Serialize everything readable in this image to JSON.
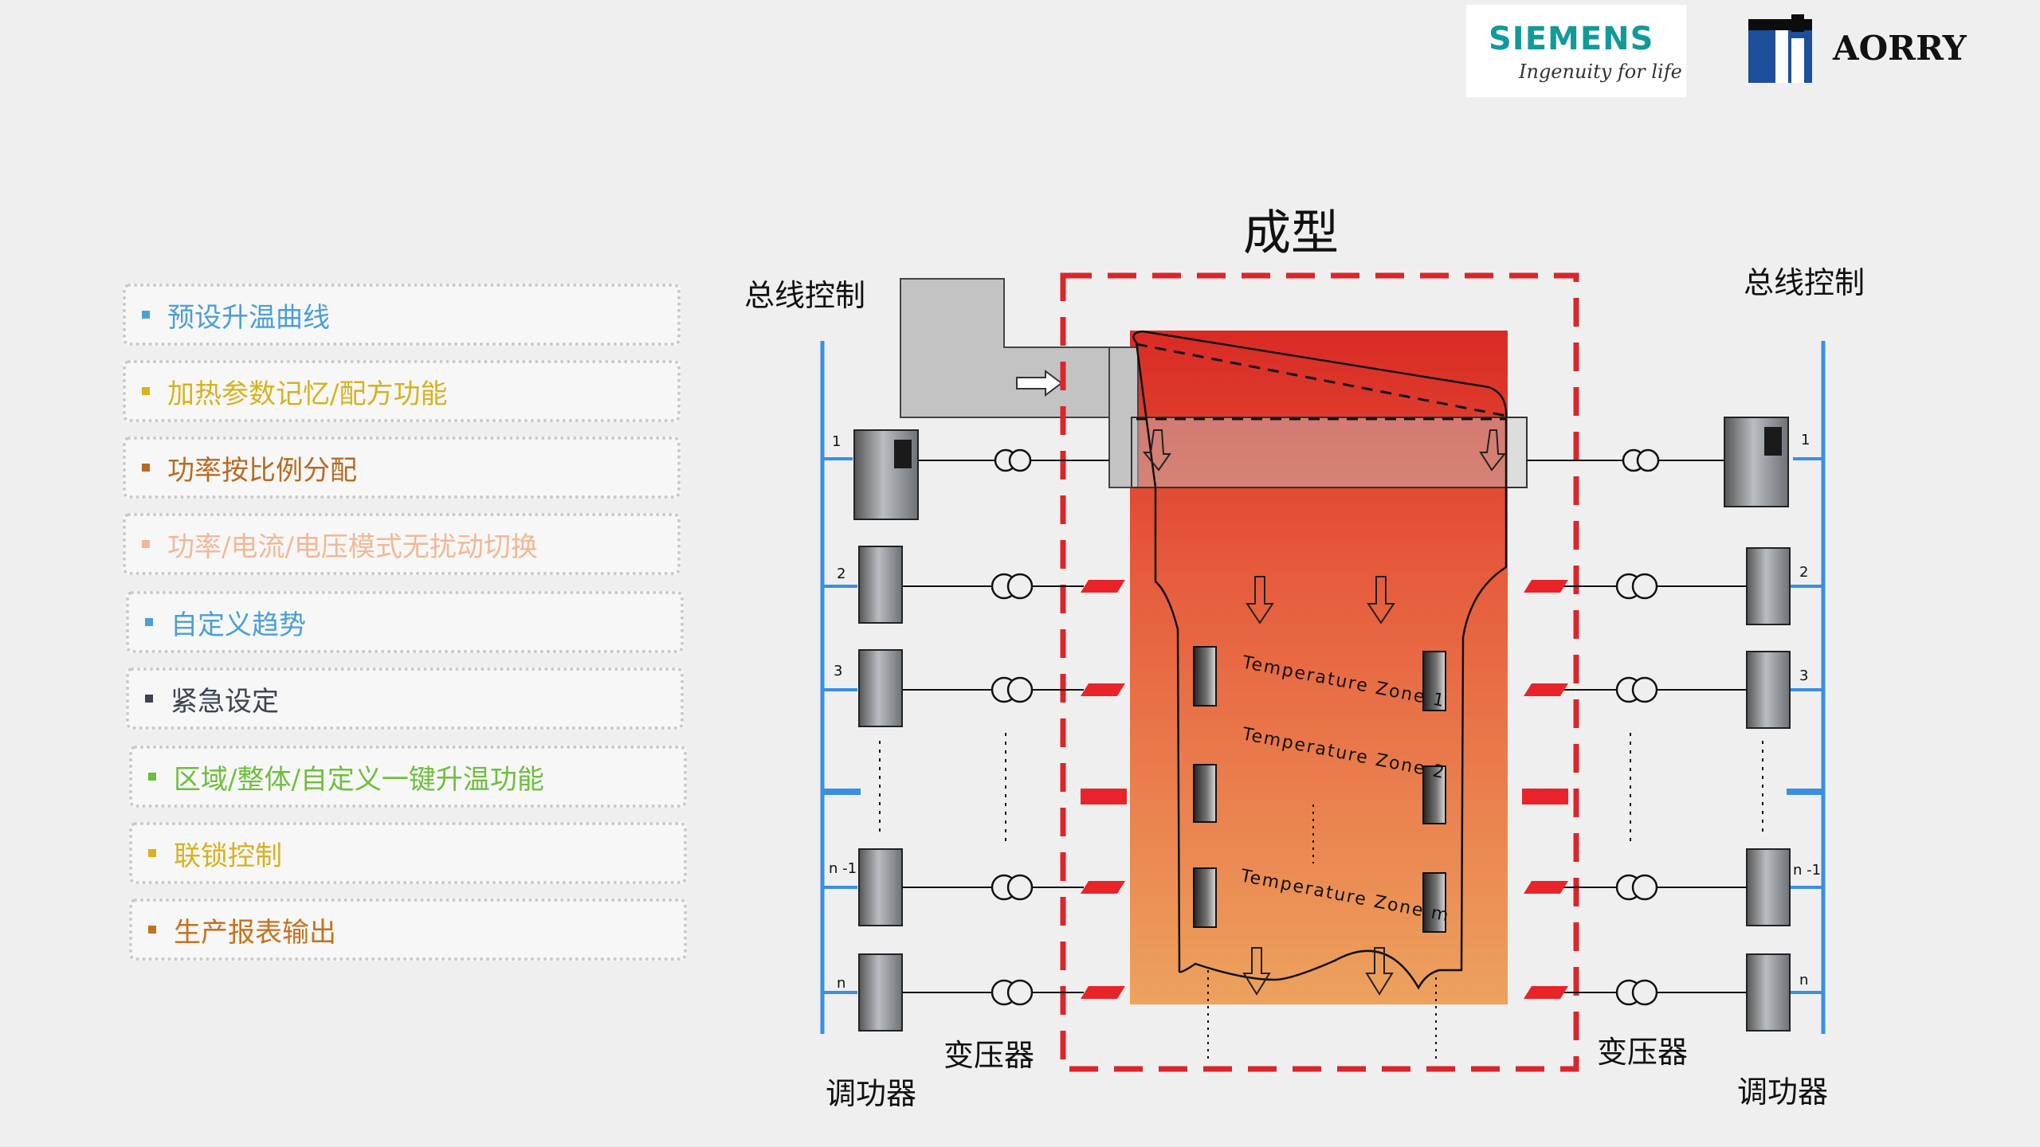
{
  "logos": {
    "siemens": {
      "brand": "SIEMENS",
      "tagline": "Ingenuity for life"
    },
    "aorry": {
      "brand": "AORRY"
    }
  },
  "features": [
    {
      "label": "预设升温曲线",
      "color": "#4a9fd6"
    },
    {
      "label": "加热参数记忆/配方功能",
      "color": "#d6b21e"
    },
    {
      "label": "功率按比例分配",
      "color": "#b86a22"
    },
    {
      "label": "功率/电流/电压模式无扰动切换",
      "color": "#f1b896"
    },
    {
      "label": "自定义趋势",
      "color": "#4a9fd6"
    },
    {
      "label": "紧急设定",
      "color": "#3c4450"
    },
    {
      "label": "区域/整体/自定义一键升温功能",
      "color": "#6dbf3b"
    },
    {
      "label": "联锁控制",
      "color": "#d6b21e"
    },
    {
      "label": "生产报表输出",
      "color": "#c3721e"
    }
  ],
  "diagram": {
    "title": "成型",
    "bus_left": "总线控制",
    "bus_right": "总线控制",
    "transformer_left": "变压器",
    "transformer_right": "变压器",
    "regulator_left": "调功器",
    "regulator_right": "调功器",
    "unit_labels": [
      "1",
      "2",
      "3",
      "n -1",
      "n"
    ],
    "zones": [
      "Temperature Zone 1",
      "Temperature Zone 2",
      "Temperature Zone m"
    ],
    "colors": {
      "bus": "#3a8fe0",
      "boundary": "#d9262b",
      "heater": "#e8242a"
    }
  }
}
